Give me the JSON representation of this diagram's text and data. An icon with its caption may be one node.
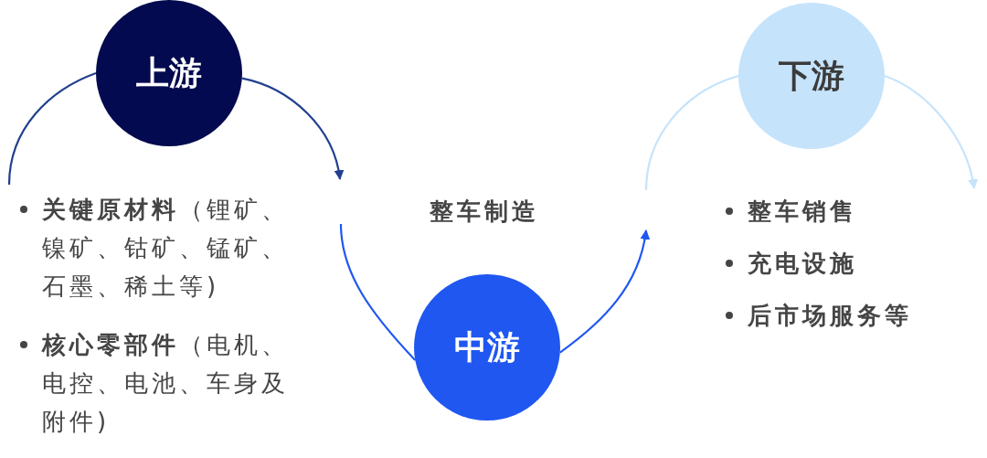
{
  "diagram": {
    "nodes": [
      {
        "text": [
          "上游"
        ]
      },
      {
        "text": [
          "中游"
        ]
      },
      {
        "text": [
          "下游"
        ]
      }
    ],
    "edges": [
      {
        "from": null,
        "to": 0,
        "arrow": "none",
        "color": "#22408f"
      },
      {
        "from": 0,
        "to": null,
        "arrow": "to",
        "color": "#22408f"
      },
      {
        "from": null,
        "to": 1,
        "arrow": "none",
        "color": "#1f57f0"
      },
      {
        "from": 1,
        "to": null,
        "arrow": "to",
        "color": "#1f57f0"
      },
      {
        "from": null,
        "to": 2,
        "arrow": "none",
        "color": "#c5e3fb"
      },
      {
        "from": 2,
        "to": null,
        "arrow": "to",
        "color": "#c5e3fb"
      }
    ],
    "labels": [
      "**关键原材料**（锂矿、镍矿、钴矿、锰矿、石墨、稀土等)",
      "**核心零部件**（电机、电控、电池、车身及附件)",
      "整车制造",
      "整车销售",
      "充电设施",
      "后市场服务等"
    ]
  }
}
